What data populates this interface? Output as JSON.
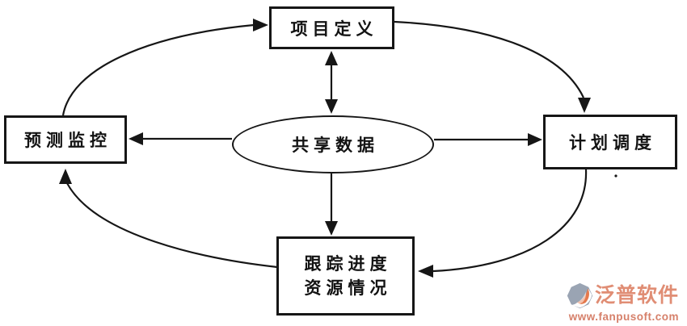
{
  "diagram": {
    "nodes": {
      "project_definition": {
        "label": "项目定义"
      },
      "forecast_monitoring": {
        "label": "预测监控"
      },
      "plan_scheduling": {
        "label": "计划调度"
      },
      "tracking": {
        "line1": "跟踪进度",
        "line2": "资源情况"
      },
      "shared_data": {
        "label": "共享数据"
      }
    },
    "edges": [
      {
        "from": "shared_data",
        "to": "project_definition",
        "style": "straight",
        "direction": "bidirectional"
      },
      {
        "from": "shared_data",
        "to": "forecast_monitoring",
        "style": "straight",
        "direction": "one-way"
      },
      {
        "from": "shared_data",
        "to": "plan_scheduling",
        "style": "straight",
        "direction": "one-way"
      },
      {
        "from": "shared_data",
        "to": "tracking",
        "style": "straight",
        "direction": "one-way"
      },
      {
        "from": "forecast_monitoring",
        "to": "project_definition",
        "style": "curved",
        "direction": "one-way"
      },
      {
        "from": "project_definition",
        "to": "plan_scheduling",
        "style": "curved",
        "direction": "one-way"
      },
      {
        "from": "plan_scheduling",
        "to": "tracking",
        "style": "curved",
        "direction": "one-way"
      },
      {
        "from": "tracking",
        "to": "forecast_monitoring",
        "style": "curved",
        "direction": "one-way"
      }
    ],
    "colors": {
      "line": "#161616",
      "background": "#ffffff"
    }
  },
  "watermark": {
    "brand": "泛普软件",
    "url": "www.fanpusoft.com",
    "colors": {
      "brand_text": "#e08d74",
      "url_text": "#d6806a",
      "icon_gray": "#9aa4b3",
      "icon_orange": "#e4794d"
    }
  }
}
